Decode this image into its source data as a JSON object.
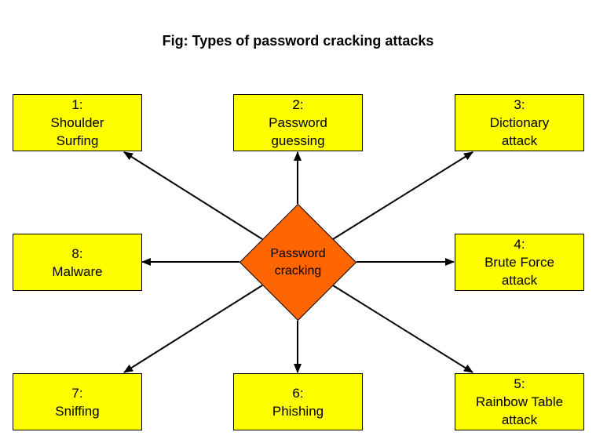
{
  "title": "Fig: Types of password cracking attacks",
  "colors": {
    "box_fill": "#ffff00",
    "center_fill": "#ff6600",
    "stroke": "#000000"
  },
  "center": {
    "line1": "Password",
    "line2": "cracking"
  },
  "nodes": [
    {
      "id": "1",
      "number": "1:",
      "line1": "Shoulder",
      "line2": "Surfing"
    },
    {
      "id": "2",
      "number": "2:",
      "line1": "Password",
      "line2": "guessing"
    },
    {
      "id": "3",
      "number": "3:",
      "line1": "Dictionary",
      "line2": "attack"
    },
    {
      "id": "4",
      "number": "4:",
      "line1": "Brute Force",
      "line2": "attack"
    },
    {
      "id": "5",
      "number": "5:",
      "line1": "Rainbow Table",
      "line2": "attack"
    },
    {
      "id": "6",
      "number": "6:",
      "line1": "Phishing"
    },
    {
      "id": "7",
      "number": "7:",
      "line1": "Sniffing"
    },
    {
      "id": "8",
      "number": "8:",
      "line1": "Malware"
    }
  ],
  "edges": [
    {
      "from": "center",
      "to": "1"
    },
    {
      "from": "center",
      "to": "2"
    },
    {
      "from": "center",
      "to": "3"
    },
    {
      "from": "center",
      "to": "4"
    },
    {
      "from": "center",
      "to": "5"
    },
    {
      "from": "center",
      "to": "6"
    },
    {
      "from": "center",
      "to": "7"
    },
    {
      "from": "center",
      "to": "8"
    }
  ]
}
